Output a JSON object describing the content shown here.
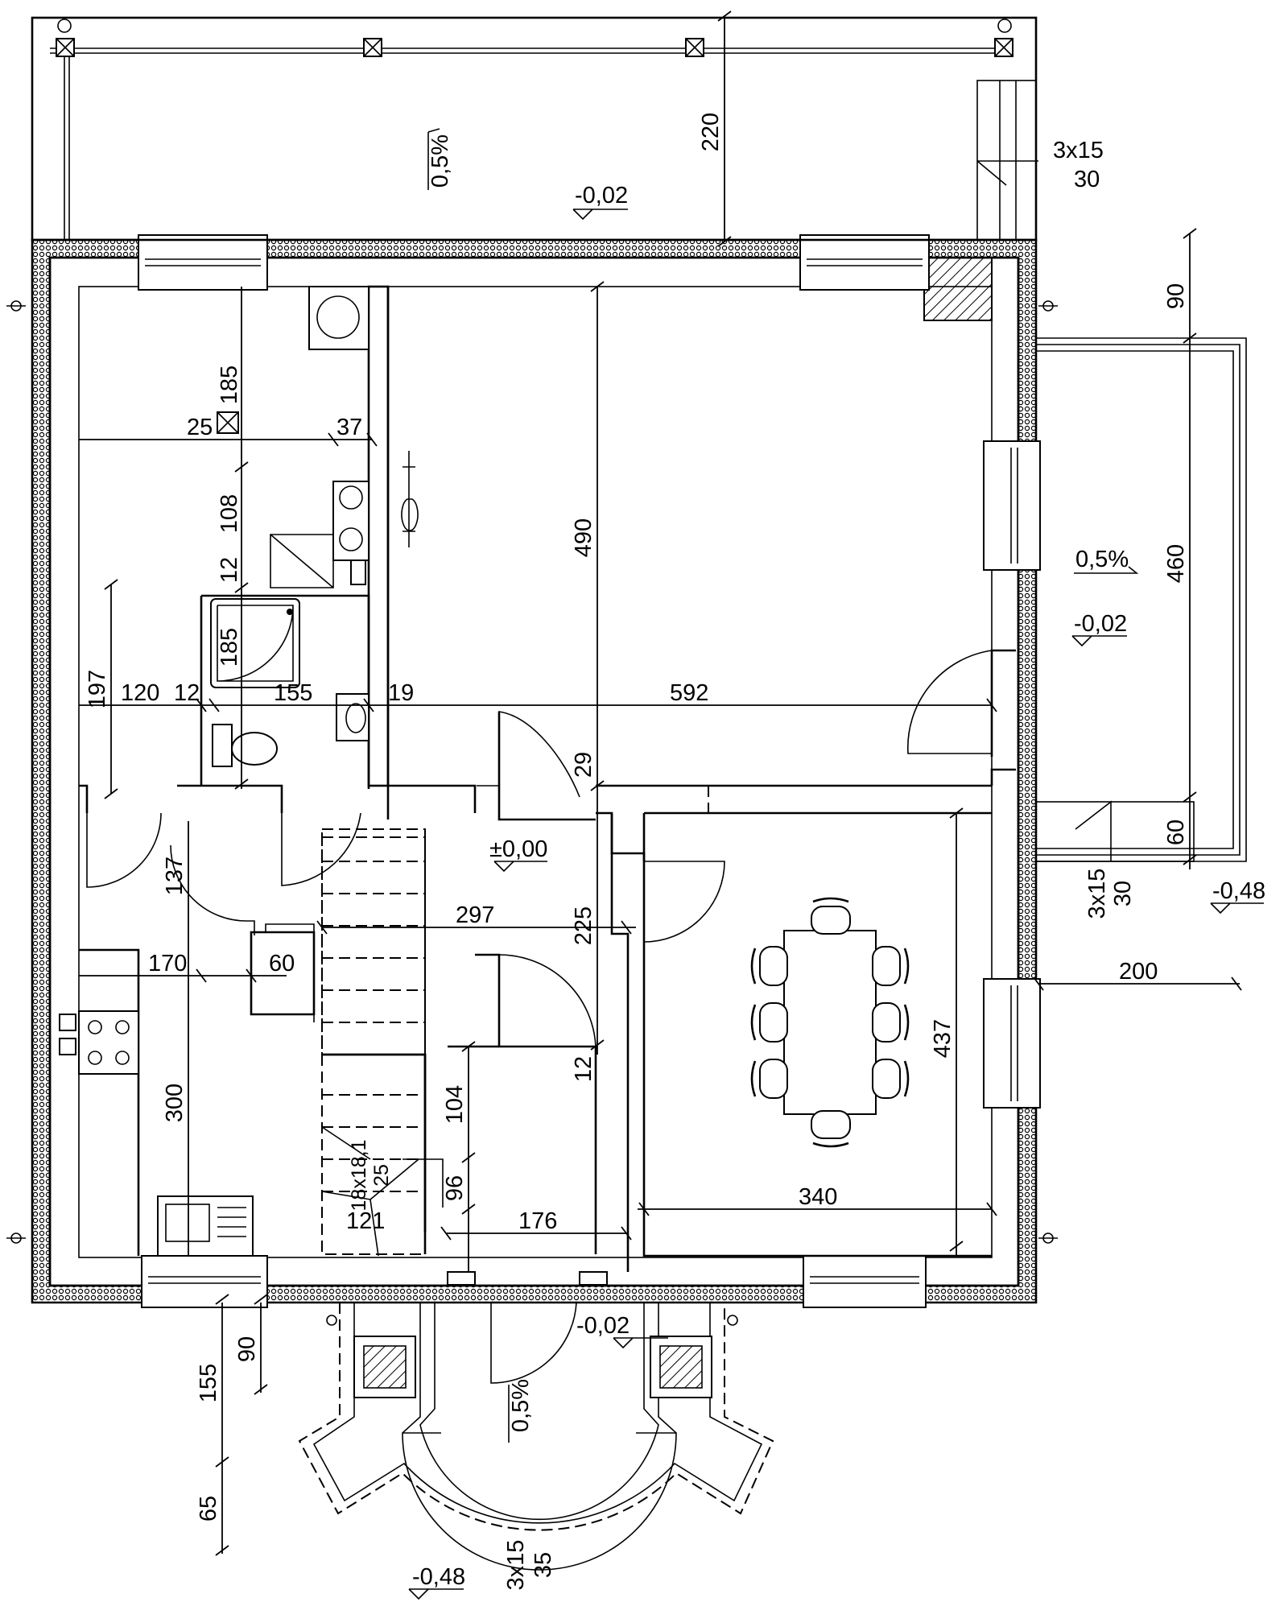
{
  "dimensions": {
    "terrace_depth": "220",
    "stair_top": "3x15",
    "stair_top_tread": "30",
    "stair_right": "3x15",
    "stair_right_tread": "30",
    "stair_front": "3x15",
    "stair_front_tread": "35",
    "side_terrace_offset": "90",
    "side_terrace_length": "460",
    "side_terrace_step": "60",
    "living_depth": "490",
    "bath_top": "185",
    "bath_depth": "108",
    "bath_wall": "12",
    "shower_size": "185",
    "duct_25": "25",
    "wall_37": "37",
    "room_197": "197",
    "width_120": "120",
    "width_12": "12",
    "width_155": "155",
    "width_19": "19",
    "width_592": "592",
    "height_29": "29",
    "hall_297": "297",
    "hall_225": "225",
    "door_137": "137",
    "kitchen_170": "170",
    "kitchen_60": "60",
    "kitchen_300": "300",
    "dining_437": "437",
    "dining_340": "340",
    "window_200": "200",
    "stair_104": "104",
    "stair_96": "96",
    "stair_121": "121",
    "stair_176": "176",
    "wall_12b": "12",
    "stair_steps_1": "18x18,1",
    "stair_steps_2": "25",
    "porch_90": "90",
    "porch_155": "155",
    "porch_65": "65"
  },
  "levels": {
    "terrace_level": "-0,02",
    "side_terrace_level": "-0,02",
    "side_ground_level": "-0,48",
    "entrance_level": "-0,02",
    "front_ground_level": "-0,48",
    "floor_level": "±0,00"
  },
  "slopes": {
    "terrace_slope": "0,5%",
    "side_slope": "0,5%",
    "porch_slope": "0,5%"
  }
}
